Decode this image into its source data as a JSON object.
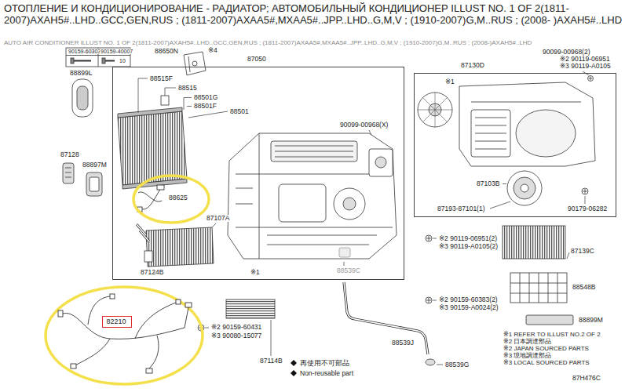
{
  "diagram": {
    "title": "ОТОПЛЕНИЕ И КОНДИЦИОНИРОВАНИЕ - РАДИАТОР; АВТОМОБИЛЬНЫЙ КОНДИЦИОНЕР ILLUST NO. 1 OF 2(1811- 2007)AXAH5#..LHD..GCC,GEN,RUS ; (1811-2007)AXAA5#,MXAA5#..JPP..LHD..G,M,V ; (1910-2007)G,M..RUS ; (2008- )AXAH5#..LHD",
    "nodes": [
      {
        "text": [
          "87050"
        ]
      },
      {
        "text": [
          "88625"
        ],
        "in": 0
      },
      {
        "text": [
          "87130D"
        ]
      },
      {
        "text": [
          "82210"
        ]
      }
    ],
    "labels": [
      "AUTO AIR CONDITIONER ILLUST NO. 1 OF 2(1811-2007)AXAH5#..LHD..GCC,GEN,RUS ; (1811-2007)AXAA5#,MXAA5#..JPP..LHD..G,M,V ; (1910-2007)G,M..RUS ; (2008-)AXAH5#..LHD",
      "90159-60303",
      "90159-40007",
      "10",
      "88650N",
      "※4",
      "88899L",
      "88515F",
      "88515",
      "88501G",
      "88501F",
      "88501",
      "90099-00968(X)",
      "87128",
      "88897M",
      "87107A",
      "87124B",
      "※1",
      "88539C",
      "90099-00968(2)",
      "※2 90119-06951",
      "※3 90119-A0105",
      "※1",
      "87103B",
      "87193-87101(1)",
      "90179-06282",
      "※2 90119-06951(2)",
      "※3 90119-A0105(2)",
      "87139C",
      "88548B",
      "※2 90159-60383(2)",
      "※3 90159-A0024(2)",
      "88899M",
      "88539J",
      "※2 90159-60431",
      "※3 90080-15077",
      "87114B",
      "88539G",
      "※1 REFER TO ILLUST NO.2 OF 2",
      "※2 日本調達部品",
      "※2 JAPAN SOURCED PARTS",
      "※3 現地調達部品",
      "※3 LOCAL SOURCED PARTS",
      "87H476C"
    ],
    "legend": [
      {
        "text": "再使用不可部品"
      },
      {
        "text": "Non-reusable part"
      }
    ]
  }
}
